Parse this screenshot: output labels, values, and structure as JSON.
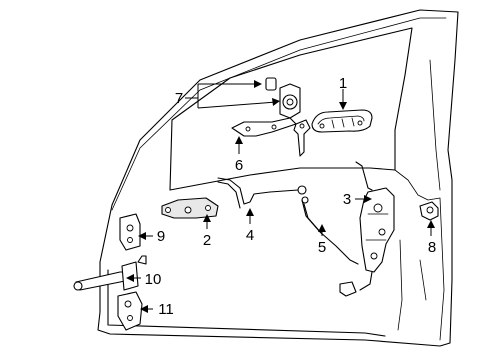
{
  "callouts": [
    {
      "id": "1",
      "label": "1",
      "part": "outside-handle"
    },
    {
      "id": "2",
      "label": "2",
      "part": "upper-hinge-link"
    },
    {
      "id": "3",
      "label": "3",
      "part": "door-lock-assembly"
    },
    {
      "id": "4",
      "label": "4",
      "part": "inside-handle-rod"
    },
    {
      "id": "5",
      "label": "5",
      "part": "lock-rod"
    },
    {
      "id": "6",
      "label": "6",
      "part": "handle-bracket"
    },
    {
      "id": "7",
      "label": "7",
      "part": "lock-cylinder-and-key"
    },
    {
      "id": "8",
      "label": "8",
      "part": "striker"
    },
    {
      "id": "9",
      "label": "9",
      "part": "upper-hinge"
    },
    {
      "id": "10",
      "label": "10",
      "part": "lower-hinge"
    },
    {
      "id": "11",
      "label": "11",
      "part": "door-check"
    }
  ]
}
